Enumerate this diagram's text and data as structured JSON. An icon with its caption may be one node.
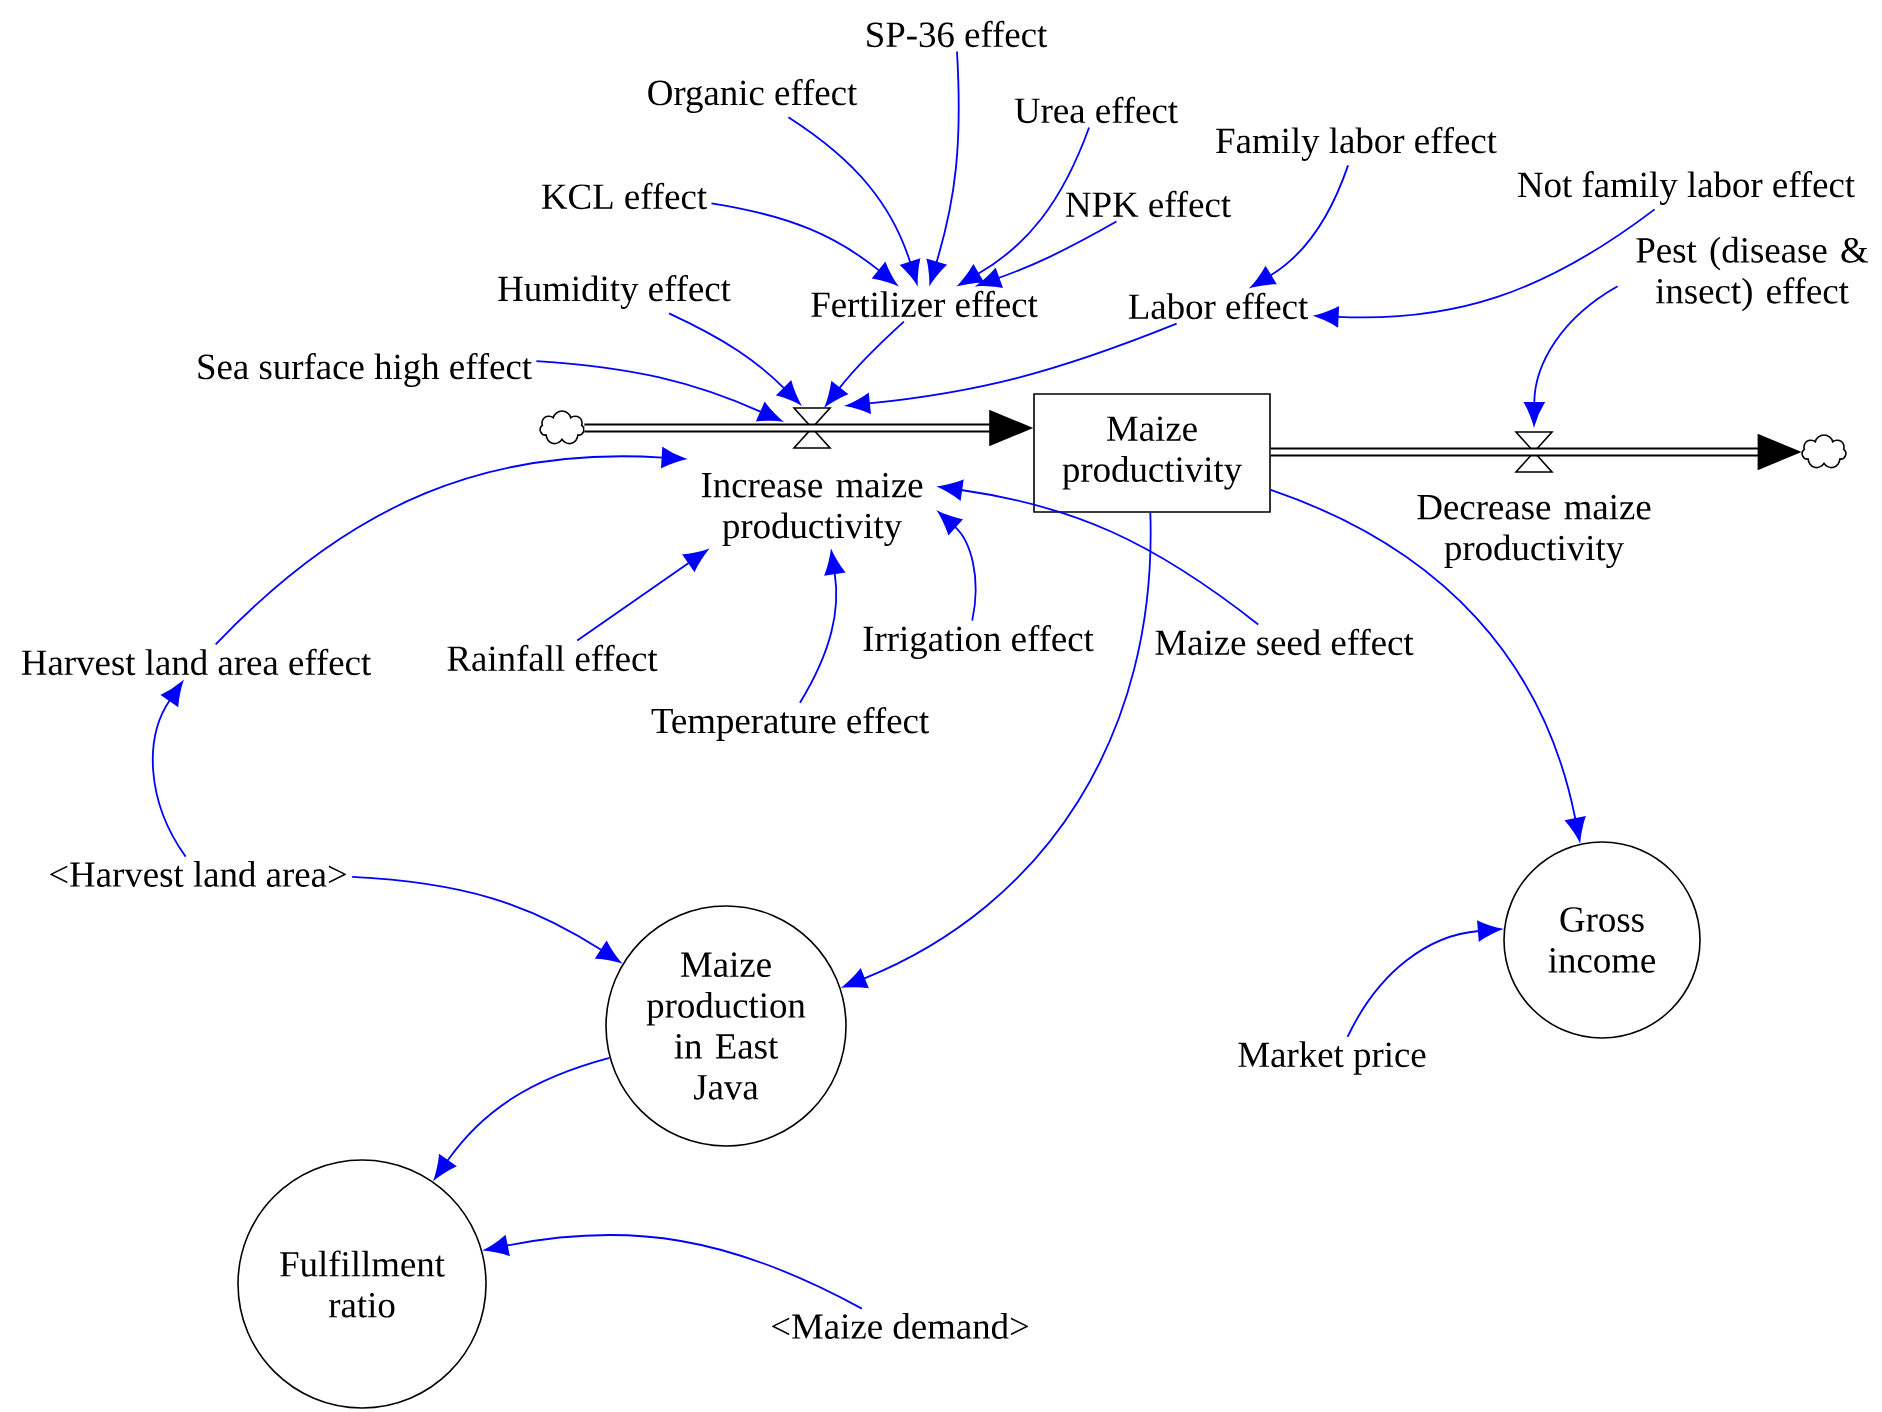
{
  "diagram": {
    "nodes": [
      {
        "text": [],
        "shape": "cloud"
      },
      {
        "text": [
          "Increase maize productivity"
        ]
      },
      {
        "text": [
          "Maize productivity"
        ]
      },
      {
        "text": [
          "Decrease maize productivity"
        ]
      },
      {
        "text": [],
        "shape": "cloud"
      },
      {
        "text": [
          "SP-36 effect"
        ]
      },
      {
        "text": [
          "Organic effect"
        ]
      },
      {
        "text": [
          "Urea effect"
        ]
      },
      {
        "text": [
          "KCL effect"
        ]
      },
      {
        "text": [
          "NPK effect"
        ]
      },
      {
        "text": [
          "Fertilizer effect"
        ]
      },
      {
        "text": [
          "Family labor effect"
        ]
      },
      {
        "text": [
          "Not family labor effect"
        ]
      },
      {
        "text": [
          "Labor effect"
        ]
      },
      {
        "text": [
          "Humidity effect"
        ]
      },
      {
        "text": [
          "Sea surface high effect"
        ]
      },
      {
        "text": [
          "Pest (disease & insect) effect"
        ]
      },
      {
        "text": [
          "Harvest land area effect"
        ]
      },
      {
        "text": [
          "Rainfall effect"
        ]
      },
      {
        "text": [
          "Irrigation effect"
        ]
      },
      {
        "text": [
          "Maize seed effect"
        ]
      },
      {
        "text": [
          "Temperature effect"
        ]
      },
      {
        "text": [
          "<Harvest land area>"
        ]
      },
      {
        "text": [
          "Maize production in East Java"
        ]
      },
      {
        "text": [
          "Gross income"
        ]
      },
      {
        "text": [
          "Market price"
        ]
      },
      {
        "text": [
          "Fulfillment ratio"
        ]
      },
      {
        "text": [
          "<Maize demand>"
        ]
      }
    ],
    "edges": [
      {
        "from": 5,
        "to": 10,
        "arrow": "to"
      },
      {
        "from": 6,
        "to": 10,
        "arrow": "to"
      },
      {
        "from": 7,
        "to": 10,
        "arrow": "to"
      },
      {
        "from": 8,
        "to": 10,
        "arrow": "to"
      },
      {
        "from": 9,
        "to": 10,
        "arrow": "to"
      },
      {
        "from": 10,
        "to": 1,
        "arrow": "to"
      },
      {
        "from": 14,
        "to": 1,
        "arrow": "to"
      },
      {
        "from": 15,
        "to": 1,
        "arrow": "to"
      },
      {
        "from": 13,
        "to": 1,
        "arrow": "to"
      },
      {
        "from": 11,
        "to": 13,
        "arrow": "to"
      },
      {
        "from": 12,
        "to": 13,
        "arrow": "to"
      },
      {
        "from": 16,
        "to": 3,
        "arrow": "to"
      },
      {
        "from": 17,
        "to": 1,
        "arrow": "to"
      },
      {
        "from": 18,
        "to": 1,
        "arrow": "to"
      },
      {
        "from": 21,
        "to": 1,
        "arrow": "to"
      },
      {
        "from": 19,
        "to": 1,
        "arrow": "to"
      },
      {
        "from": 20,
        "to": 1,
        "arrow": "to"
      },
      {
        "from": 22,
        "to": 17,
        "arrow": "to"
      },
      {
        "from": 22,
        "to": 23,
        "arrow": "to"
      },
      {
        "from": 2,
        "to": 23,
        "arrow": "to"
      },
      {
        "from": 2,
        "to": 24,
        "arrow": "to"
      },
      {
        "from": 25,
        "to": 24,
        "arrow": "to"
      },
      {
        "from": 23,
        "to": 26,
        "arrow": "to"
      },
      {
        "from": 27,
        "to": 26,
        "arrow": "to"
      },
      {
        "from": 0,
        "to": 1,
        "arrow": "none",
        "style": "thick",
        "color": "#000000"
      },
      {
        "from": 1,
        "to": 2,
        "arrow": "to",
        "style": "thick",
        "color": "#000000"
      },
      {
        "from": 2,
        "to": 3,
        "arrow": "none",
        "style": "thick",
        "color": "#000000"
      },
      {
        "from": 3,
        "to": 4,
        "arrow": "to",
        "style": "thick",
        "color": "#000000"
      }
    ]
  }
}
